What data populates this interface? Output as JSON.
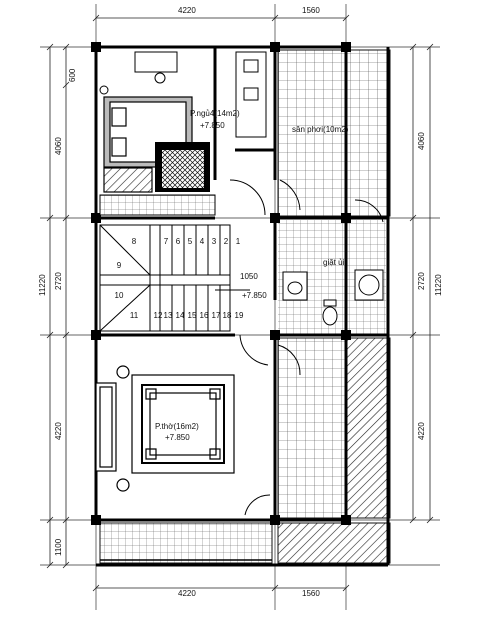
{
  "dimensions": {
    "top": [
      "4220",
      "1560"
    ],
    "bottom": [
      "4220",
      "1560"
    ],
    "left_inner": [
      "600",
      "4060",
      "2720",
      "4220",
      "1100"
    ],
    "left_total": "11220",
    "right_inner": [
      "4060",
      "2720",
      "4220"
    ],
    "right_total": "11220",
    "stair_width": "1050"
  },
  "rooms": {
    "bedroom4": {
      "name": "P.ngủ4(14m2)",
      "elevation": "+7.850"
    },
    "terrace": {
      "name": "sân phơi(10m2)"
    },
    "wc": {
      "name": "giặt ủi"
    },
    "stair_landing": {
      "elevation": "+7.850"
    },
    "worship": {
      "name": "P.thờ(16m2)",
      "elevation": "+7.850"
    }
  },
  "stairs": {
    "upper_run": [
      "8",
      "7",
      "6",
      "5",
      "4",
      "3",
      "2",
      "1"
    ],
    "landing": [
      "9",
      "10"
    ],
    "lower_run": [
      "11",
      "12",
      "13",
      "14",
      "15",
      "16",
      "17",
      "18",
      "19"
    ]
  }
}
